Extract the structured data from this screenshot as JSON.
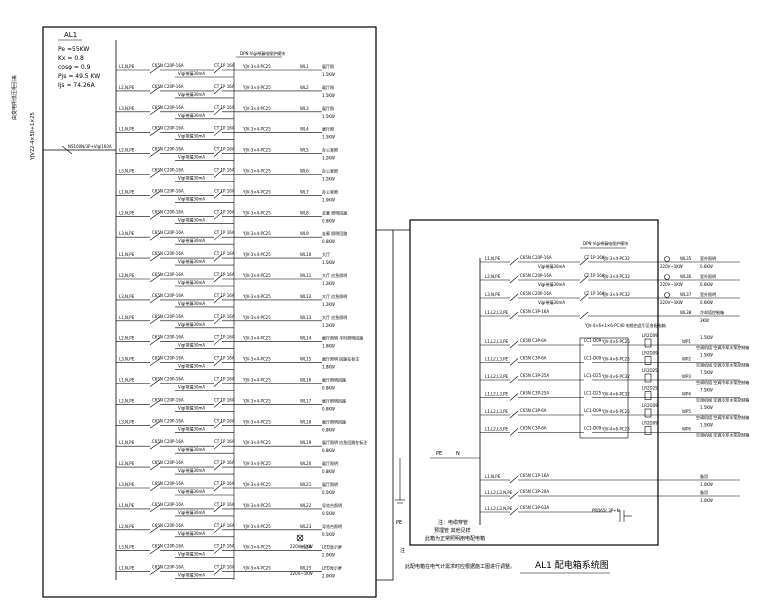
{
  "panel": {
    "id": "AL1",
    "params": [
      "Pe =55KW",
      "Kx = 0.8",
      "cosφ = 0.9",
      "Pjs = 49.5 KW",
      "Ijs = 74.26A"
    ],
    "incoming_cable": "YJV22-4×50+1×25",
    "incoming_label": "由变电所低压柜引来",
    "main_breaker": "NS160N/3P+Vigi160A"
  },
  "left_breaker_header": "DPN Vigi带漏电保护模块",
  "left_rows": [
    {
      "phase": "L1,N,PE",
      "breaker": "C65N C20P-16A",
      "rcd": "Vigi带漏30mA",
      "contactor": "CT 1P 16A",
      "cable": "YJV-3×4-PC25",
      "circuit": "WL1",
      "desc": "展厅照",
      "power": "1.5KW"
    },
    {
      "phase": "L2,N,PE",
      "breaker": "C65N C20P-16A",
      "rcd": "Vigi带漏30mA",
      "contactor": "CT 1P 16A",
      "cable": "YJV-3×4-PC25",
      "circuit": "WL2",
      "desc": "展厅照",
      "power": "1.5KW"
    },
    {
      "phase": "L3,N,PE",
      "breaker": "C65N C20P-16A",
      "rcd": "Vigi带漏30mA",
      "contactor": "CT 1P 16A",
      "cable": "YJV-3×4-PC25",
      "circuit": "WL3",
      "desc": "展厅照",
      "power": "1.5KW"
    },
    {
      "phase": "L1,N,PE",
      "breaker": "C65N C20P-16A",
      "rcd": "Vigi带漏30mA",
      "contactor": "CT 1P 16A",
      "cable": "YJV-3×4-PC25",
      "circuit": "WL4",
      "desc": "展厅照",
      "power": "1.5KW"
    },
    {
      "phase": "L2,N,PE",
      "breaker": "C65N C20P-16A",
      "rcd": "Vigi带漏30mA",
      "contactor": "CT 1P 16A",
      "cable": "YJV-3×4-PC25",
      "circuit": "WL5",
      "desc": "办公室照",
      "power": "1.2KW"
    },
    {
      "phase": "L3,N,PE",
      "breaker": "C65N C20P-16A",
      "rcd": "Vigi带漏30mA",
      "contactor": "CT 1P 16A",
      "cable": "YJV-3×4-PC25",
      "circuit": "WL6",
      "desc": "办公室照",
      "power": "1.2KW"
    },
    {
      "phase": "L1,N,PE",
      "breaker": "C65N C20P-16A",
      "rcd": "Vigi带漏30mA",
      "contactor": "CT 1P 16A",
      "cable": "YJV-3×4-PC25",
      "circuit": "WL7",
      "desc": "办公室照",
      "power": "1.0KW"
    },
    {
      "phase": "L2,N,PE",
      "breaker": "C65N C20P-16A",
      "rcd": "Vigi带漏30mA",
      "contactor": "CT 1P 16A",
      "cable": "YJV-3×4-PC25",
      "circuit": "WL8",
      "desc": "走廊 照明回路",
      "power": "0.8KW"
    },
    {
      "phase": "L3,N,PE",
      "breaker": "C65N C20P-16A",
      "rcd": "Vigi带漏30mA",
      "contactor": "CT 1P 16A",
      "cable": "YJV-3×4-PC25",
      "circuit": "WL9",
      "desc": "走廊 照明回路",
      "power": "0.8KW"
    },
    {
      "phase": "L1,N,PE",
      "breaker": "C65N C20P-16A",
      "rcd": "Vigi带漏30mA",
      "contactor": "CT 1P 16A",
      "cable": "YJV-3×4-PC25",
      "circuit": "WL10",
      "desc": "大厅",
      "power": "1.5KW"
    },
    {
      "phase": "L2,N,PE",
      "breaker": "C65N C20P-16A",
      "rcd": "Vigi带漏30mA",
      "contactor": "CT 1P 16A",
      "cable": "YJV-3×4-PC25",
      "circuit": "WL11",
      "desc": "大厅 应急照明",
      "power": "1.2KW"
    },
    {
      "phase": "L3,N,PE",
      "breaker": "C65N C20P-16A",
      "rcd": "Vigi带漏30mA",
      "contactor": "CT 1P 16A",
      "cable": "YJV-3×4-PC25",
      "circuit": "WL12",
      "desc": "大厅 应急照明",
      "power": "1.2KW"
    },
    {
      "phase": "L1,N,PE",
      "breaker": "C65N C20P-16A",
      "rcd": "Vigi带漏30mA",
      "contactor": "CT 1P 16A",
      "cable": "YJV-3×4-PC25",
      "circuit": "WL13",
      "desc": "大厅 应急照明",
      "power": "1.2KW"
    },
    {
      "phase": "L2,N,PE",
      "breaker": "C65N C20P-16A",
      "rcd": "Vigi带漏30mA",
      "contactor": "CT 1P 16A",
      "cable": "YJV-3×4-PC25",
      "circuit": "WL14",
      "desc": "展厅照明 平时照明回路",
      "power": "1.8KW"
    },
    {
      "phase": "L3,N,PE",
      "breaker": "C65N C20P-16A",
      "rcd": "Vigi带漏30mA",
      "contactor": "CT 1P 16A",
      "cable": "YJV-3×4-PC25",
      "circuit": "WL15",
      "desc": "展厅照明 回路在标注",
      "power": "1.8KW"
    },
    {
      "phase": "L1,N,PE",
      "breaker": "C65N C20P-16A",
      "rcd": "Vigi带漏30mA",
      "contactor": "CT 1P 16A",
      "cable": "YJV-3×4-PC25",
      "circuit": "WL16",
      "desc": "展厅照明回路",
      "power": "0.8KW"
    },
    {
      "phase": "L2,N,PE",
      "breaker": "C65N C20P-16A",
      "rcd": "Vigi带漏30mA",
      "contactor": "CT 1P 16A",
      "cable": "YJV-3×4-PC25",
      "circuit": "WL17",
      "desc": "展厅照明回路",
      "power": "0.8KW"
    },
    {
      "phase": "L3,N,PE",
      "breaker": "C65N C20P-16A",
      "rcd": "Vigi带漏30mA",
      "contactor": "CT 1P 16A",
      "cable": "YJV-3×4-PC25",
      "circuit": "WL18",
      "desc": "展厅照明回路",
      "power": "0.8KW"
    },
    {
      "phase": "L1,N,PE",
      "breaker": "C65N C20P-16A",
      "rcd": "Vigi带漏30mA",
      "contactor": "CT 1P 16A",
      "cable": "YJV-3×4-PC25",
      "circuit": "WL19",
      "desc": "展厅照明 应急回路在标注",
      "power": "0.8KW"
    },
    {
      "phase": "L2,N,PE",
      "breaker": "C65N C20P-16A",
      "rcd": "Vigi带漏30mA",
      "contactor": "CT 1P 16A",
      "cable": "YJV-3×4-PC25",
      "circuit": "WL20",
      "desc": "展厅照明",
      "power": "0.8KW"
    },
    {
      "phase": "L3,N,PE",
      "breaker": "C65N C20P-16A",
      "rcd": "Vigi带漏30mA",
      "contactor": "CT 1P 16A",
      "cable": "YJV-3×4-PC25",
      "circuit": "WL21",
      "desc": "展厅照明",
      "power": "0.5KW"
    },
    {
      "phase": "L1,N,PE",
      "breaker": "C65N C20P-16A",
      "rcd": "Vigi带漏30mA",
      "contactor": "CT 1P 16A",
      "cable": "YJV-3×4-PC25",
      "circuit": "WL22",
      "desc": "导览台照明",
      "power": "0.5KW"
    },
    {
      "phase": "L2,N,PE",
      "breaker": "C65N C20P-16A",
      "rcd": "Vigi带漏30mA",
      "contactor": "CT 1P 16A",
      "cable": "YJV-3×4-PC25",
      "circuit": "WL23",
      "desc": "导览台照明",
      "power": "0.5KW"
    },
    {
      "phase": "L3,N,PE",
      "breaker": "C65N C20P-16A",
      "rcd": "Vigi带漏30mA",
      "contactor": "CT 1P 16A",
      "cable": "YJV-3×4-PC25",
      "circuit": "WL24",
      "desc": "LED显示屏",
      "power": "2.0KW"
    },
    {
      "phase": "L1,N,PE",
      "breaker": "C65N C20P-16A",
      "rcd": "Vigi带漏30mA",
      "contactor": "CT 1P 16A",
      "cable": "YJV-3×4-PC25",
      "circuit": "WL25",
      "desc": "LED显示屏",
      "power": "2.0KW"
    }
  ],
  "left_misc": {
    "timer_label": "220V~1KW",
    "timer_label2": "220V~1KW"
  },
  "right_header": "DPN Vigi带漏电保护模块",
  "right_rows_top": [
    {
      "phase": "L1,N,PE",
      "breaker": "C65N C20P-16A",
      "rcd": "Vigi带漏30mA",
      "contactor": "CT 1P 16A",
      "cable": "YJV-3×4-PC32",
      "lamp": "220V~1KW",
      "circuit": "WL35",
      "desc": "室外照明",
      "power": "0.6KW"
    },
    {
      "phase": "L2,N,PE",
      "breaker": "C65N C20P-16A",
      "rcd": "Vigi带漏30mA",
      "contactor": "CT 1P 16A",
      "cable": "YJV-3×4-PC32",
      "lamp": "220V~1KW",
      "circuit": "WL36",
      "desc": "室外照明",
      "power": "0.6KW"
    },
    {
      "phase": "L3,N,PE",
      "breaker": "C65N C20P-16A",
      "rcd": "Vigi带漏30mA",
      "contactor": "CT 1P 16A",
      "cable": "YJV-3×4-PC32",
      "lamp": "220V~1KW",
      "circuit": "WL37",
      "desc": "室外照明",
      "power": "0.6KW"
    },
    {
      "phase": "L1,L2,L3,PE",
      "breaker": "C65N C3P-16A",
      "rcd": "",
      "contactor": "",
      "cable": "",
      "lamp": "",
      "circuit": "WL38",
      "desc": "冷却塔控制箱",
      "power": "3KW"
    }
  ],
  "right_sub_header": "YJV-4×6+1×6-PC40 电缆由此引至各配电箱",
  "right_rows_mid": [
    {
      "phase": "L1,L2,L3,PE",
      "breaker": "C65N C3P-6A",
      "contactor": "LC1-D09",
      "cable": "YJV-4×6-PC25",
      "relay": "LR2D09",
      "circuit": "WP1",
      "desc": "空调机组 空调冷却水泵控制箱",
      "power": "1.5KW"
    },
    {
      "phase": "L1,L2,L3,PE",
      "breaker": "C65N C3P-6A",
      "contactor": "LC1-D09",
      "cable": "YJV-4×6-PC25",
      "relay": "LR2D09",
      "circuit": "WP2",
      "desc": "空调机组 空调冷却水泵控制箱",
      "power": "1.5KW"
    },
    {
      "phase": "L1,L2,L3,PE",
      "breaker": "C65N C3P-25A",
      "contactor": "LC1-D25",
      "cable": "YJV-4×6-PC32",
      "relay": "LR2D25",
      "circuit": "WP3",
      "desc": "空调机组 空调冷却水泵控制箱",
      "power": "7.5KW"
    },
    {
      "phase": "L1,L2,L3,PE",
      "breaker": "C65N C3P-25A",
      "contactor": "LC1-D25",
      "cable": "YJV-4×6-PC32",
      "relay": "LR2D25",
      "circuit": "WP4",
      "desc": "空调机组 空调冷却水泵控制箱",
      "power": "7.5KW"
    },
    {
      "phase": "L1,L2,L3,PE",
      "breaker": "C65N C3P-6A",
      "contactor": "LC1-D09",
      "cable": "YJV-4×6-PC25",
      "relay": "LR2D09",
      "circuit": "WP5",
      "desc": "空调机组 空调冷却水泵控制箱",
      "power": "1.5KW"
    },
    {
      "phase": "L1,L2,L3,PE",
      "breaker": "C65N C3P-6A",
      "contactor": "LC1-D09",
      "cable": "YJV-4×6-PC25",
      "relay": "LR2D09",
      "circuit": "WP6",
      "desc": "空调机组 空调冷却水泵控制箱",
      "power": "1.5KW"
    }
  ],
  "right_rows_bottom": [
    {
      "phase": "L1,N,PE",
      "breaker": "C65N C1P-16A",
      "circuit": "",
      "desc": "备用",
      "power": "1.0KW"
    },
    {
      "phase": "L1,L2,L3,N,PE",
      "breaker": "C65N C3P-20A",
      "circuit": "",
      "desc": "备用",
      "power": "3.0KW"
    },
    {
      "phase": "L1,L2,L3,N,PE",
      "breaker": "C65N C3P-63A",
      "circuit": "",
      "desc": "",
      "power": ""
    }
  ],
  "spd_label": "PRD65r 3P+N",
  "pe_labels": {
    "pe": "PE",
    "n": "N",
    "pe_bottom": "PE"
  },
  "notes": {
    "box": [
      "注：电缆穿管",
      "预埋管 其他见样",
      "此箱为正常照明用电配电箱"
    ],
    "footnote_mark": "注",
    "footnote": "此配电箱在电气计需求时应根据施工图进行调整。"
  },
  "title": "AL1 配电箱系统图"
}
